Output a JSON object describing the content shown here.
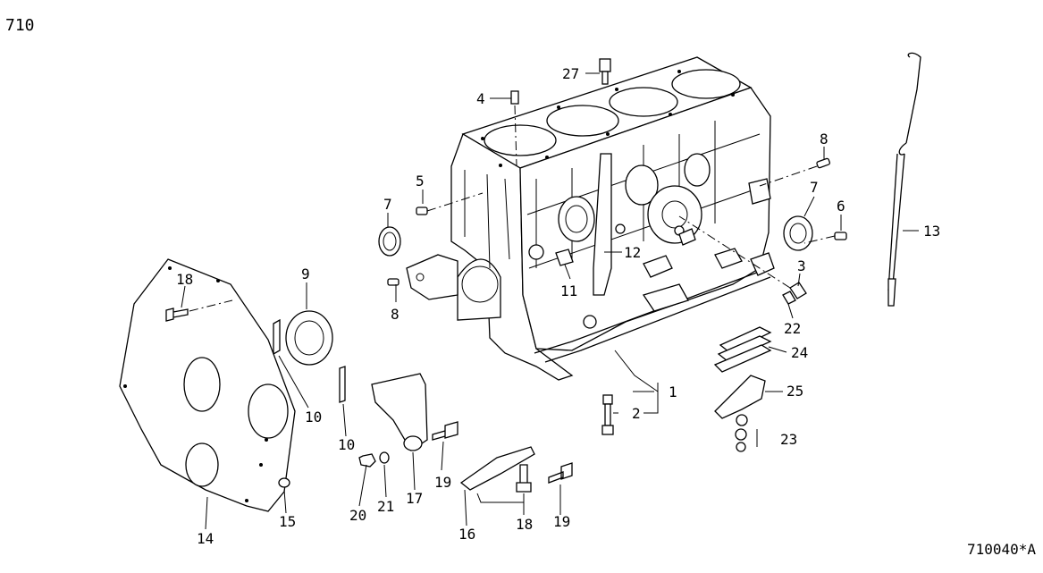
{
  "header": {
    "title": "710"
  },
  "footer": {
    "code": "710040*A"
  },
  "callouts": [
    {
      "id": "c27",
      "label": "27"
    },
    {
      "id": "c4",
      "label": "4"
    },
    {
      "id": "c5",
      "label": "5"
    },
    {
      "id": "c7a",
      "label": "7"
    },
    {
      "id": "c7b",
      "label": "7"
    },
    {
      "id": "c8a",
      "label": "8"
    },
    {
      "id": "c8b",
      "label": "8"
    },
    {
      "id": "c6",
      "label": "6"
    },
    {
      "id": "c13",
      "label": "13"
    },
    {
      "id": "c12",
      "label": "12"
    },
    {
      "id": "c11",
      "label": "11"
    },
    {
      "id": "c3",
      "label": "3"
    },
    {
      "id": "c22",
      "label": "22"
    },
    {
      "id": "c24",
      "label": "24"
    },
    {
      "id": "c25",
      "label": "25"
    },
    {
      "id": "c23",
      "label": "23"
    },
    {
      "id": "c1",
      "label": "1"
    },
    {
      "id": "c2",
      "label": "2"
    },
    {
      "id": "c9",
      "label": "9"
    },
    {
      "id": "c18a",
      "label": "18"
    },
    {
      "id": "c10a",
      "label": "10"
    },
    {
      "id": "c10b",
      "label": "10"
    },
    {
      "id": "c14",
      "label": "14"
    },
    {
      "id": "c15",
      "label": "15"
    },
    {
      "id": "c20",
      "label": "20"
    },
    {
      "id": "c21",
      "label": "21"
    },
    {
      "id": "c17",
      "label": "17"
    },
    {
      "id": "c19a",
      "label": "19"
    },
    {
      "id": "c16",
      "label": "16"
    },
    {
      "id": "c18b",
      "label": "18"
    },
    {
      "id": "c19b",
      "label": "19"
    }
  ]
}
